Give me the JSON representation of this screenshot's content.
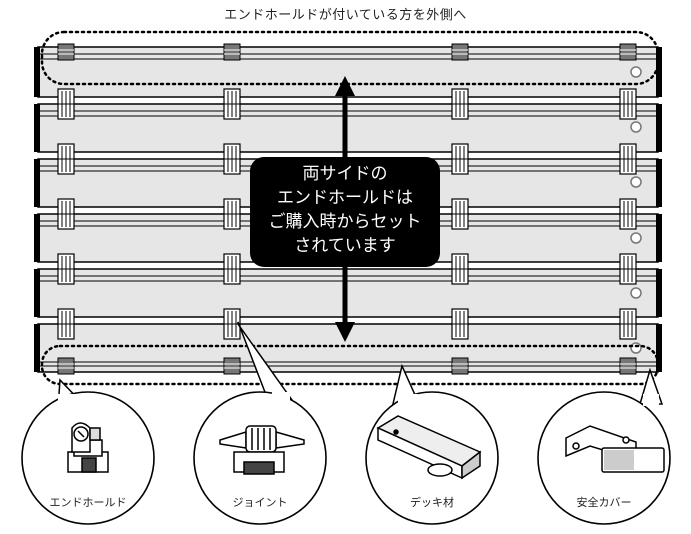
{
  "caption": "エンドホールドが付いている方を外側へ",
  "callout": {
    "lines": [
      "両サイドの",
      "エンドホールドは",
      "ご購入時からセット",
      "されています"
    ]
  },
  "parts": [
    {
      "label": "エンドホールド",
      "icon": "end-hold-icon"
    },
    {
      "label": "ジョイント",
      "icon": "joint-icon"
    },
    {
      "label": "デッキ材",
      "icon": "deck-board-icon"
    },
    {
      "label": "安全カバー",
      "icon": "safety-cover-icon"
    }
  ],
  "colors": {
    "board_fill": "#e6e6e6",
    "outline": "#000000",
    "callout_bg": "#000000",
    "callout_text": "#ffffff"
  }
}
